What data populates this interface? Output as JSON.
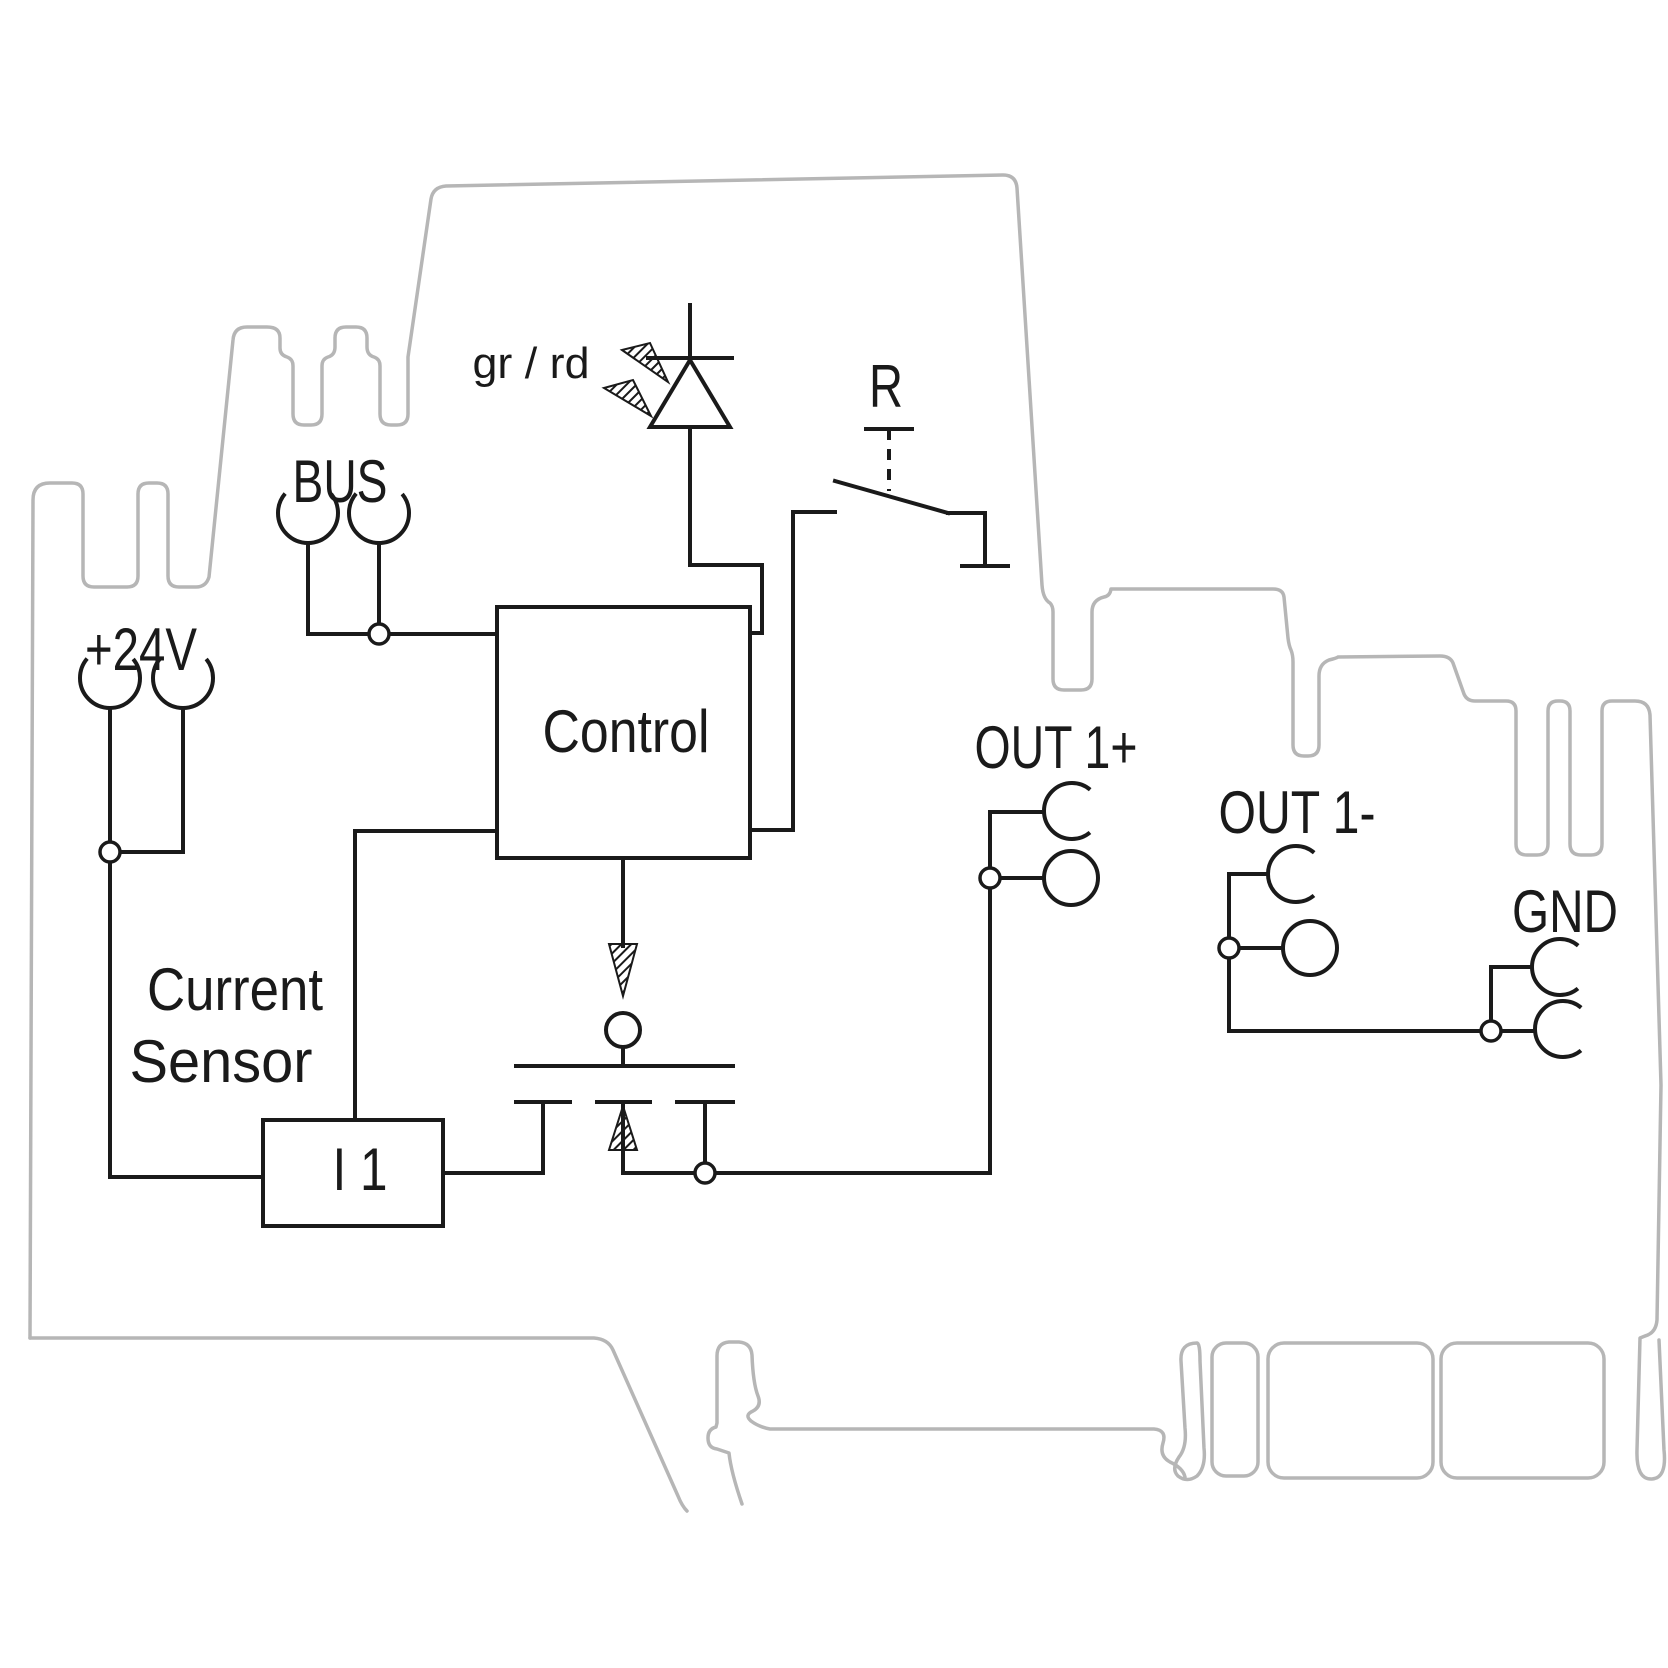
{
  "diagram": {
    "labels": {
      "bus": "BUS",
      "supply": "+24V",
      "led_colors": "gr / rd",
      "reset": "R",
      "control": "Control",
      "current_sensor_line1": "Current",
      "current_sensor_line2": "Sensor",
      "current_input": "I 1",
      "out1_plus": "OUT 1+",
      "out1_minus": "OUT 1-",
      "ground": "GND"
    },
    "colors": {
      "line": "#1a1a1a",
      "housing": "#b6b6b6",
      "background": "#ffffff"
    }
  }
}
